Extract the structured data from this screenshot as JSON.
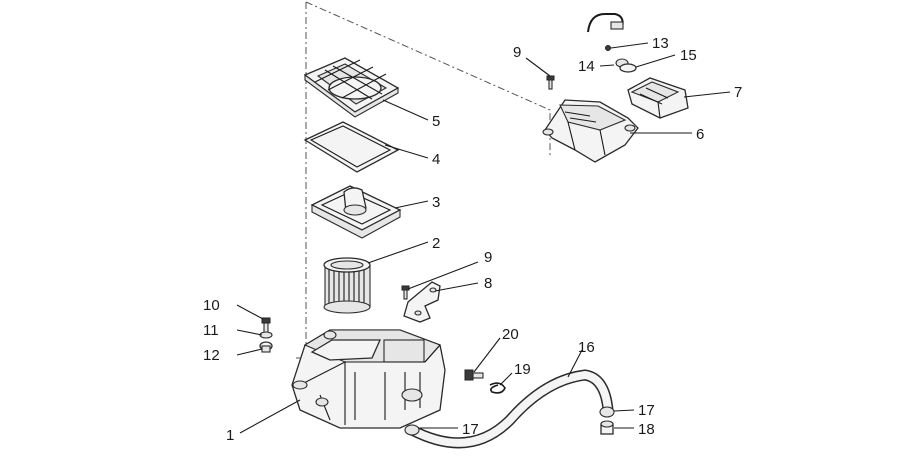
{
  "labels": [
    {
      "id": "1",
      "text": "1"
    },
    {
      "id": "2",
      "text": "2"
    },
    {
      "id": "3",
      "text": "3"
    },
    {
      "id": "4",
      "text": "4"
    },
    {
      "id": "5",
      "text": "5"
    },
    {
      "id": "6",
      "text": "6"
    },
    {
      "id": "7",
      "text": "7"
    },
    {
      "id": "8",
      "text": "8"
    },
    {
      "id": "9a",
      "text": "9"
    },
    {
      "id": "9b",
      "text": "9"
    },
    {
      "id": "10",
      "text": "10"
    },
    {
      "id": "11",
      "text": "11"
    },
    {
      "id": "12",
      "text": "12"
    },
    {
      "id": "13",
      "text": "13"
    },
    {
      "id": "14",
      "text": "14"
    },
    {
      "id": "15",
      "text": "15"
    },
    {
      "id": "16",
      "text": "16"
    },
    {
      "id": "17a",
      "text": "17"
    },
    {
      "id": "17b",
      "text": "17"
    },
    {
      "id": "18",
      "text": "18"
    },
    {
      "id": "19",
      "text": "19"
    },
    {
      "id": "20",
      "text": "20"
    }
  ]
}
